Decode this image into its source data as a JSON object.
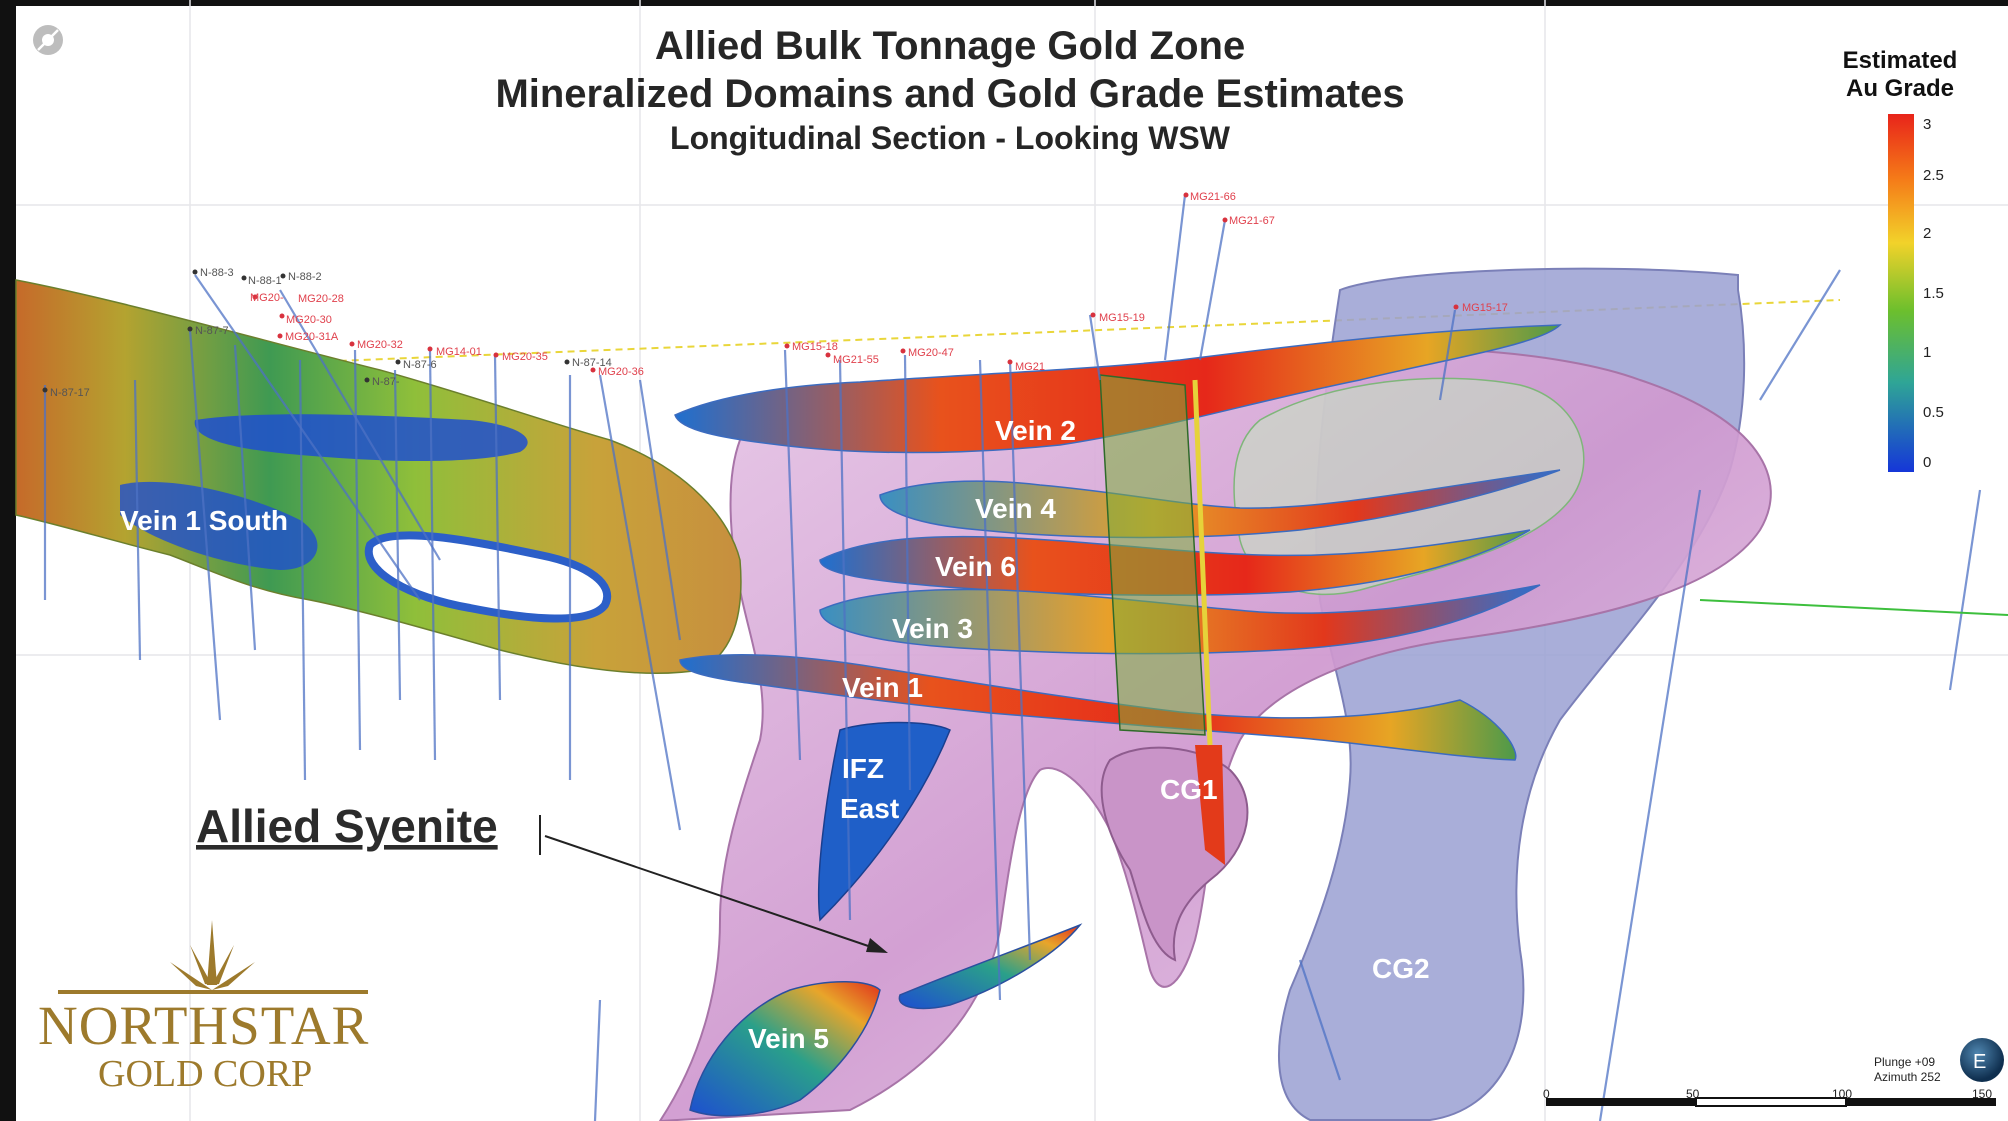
{
  "title": {
    "line1": "Allied Bulk Tonnage Gold Zone",
    "line2": "Mineralized Domains and Gold Grade Estimates",
    "line3": "Longitudinal Section - Looking WSW"
  },
  "legend": {
    "title_line1": "Estimated",
    "title_line2": "Au Grade",
    "ticks": [
      "3",
      "2.5",
      "2",
      "1.5",
      "1",
      "0.5",
      "0"
    ],
    "colors": [
      "#e8241a",
      "#f57a18",
      "#f2d22a",
      "#6cbf2d",
      "#2fa596",
      "#1f7ed8",
      "#1536d8"
    ]
  },
  "domain_labels": {
    "vein1south": "Vein 1 South",
    "vein2": "Vein 2",
    "vein4": "Vein 4",
    "vein6": "Vein 6",
    "vein3": "Vein 3",
    "vein1": "Vein 1",
    "ifz_line1": "IFZ",
    "ifz_line2": "East",
    "cg1": "CG1",
    "cg2": "CG2",
    "vein5": "Vein 5"
  },
  "callout": {
    "allied_syenite": "Allied Syenite"
  },
  "drillholes": {
    "mg21_66": "MG21-66",
    "mg21_67": "MG21-67",
    "mg15_19": "MG15-19",
    "mg15_17": "MG15-17",
    "mg15_18": "MG15-18",
    "mg21_55": "MG21-55",
    "mg20_47": "MG20-47",
    "mg21": "MG21",
    "n88_3": "N-88-3",
    "n88_1": "N-88-1",
    "n88_2": "N-88-2",
    "mg20_a": "MG20-",
    "mg20_28": "MG20-28",
    "mg20_30": "MG20-30",
    "mg20_31a": "MG20-31A",
    "n87_7": "N-87-7",
    "mg20_32": "MG20-32",
    "mg14_01": "MG14-01",
    "mg20_35": "MG20-35",
    "n87_6": "N-87-6",
    "n87_14": "N-87-14",
    "mg20_36": "MG20-36",
    "n87_17": "N-87-17",
    "n87_x": "N-87-"
  },
  "view": {
    "plunge": "Plunge +09",
    "azimuth": "Azimuth 252",
    "compass": "E"
  },
  "scalebar": {
    "ticks": [
      "0",
      "50",
      "100",
      "150"
    ]
  },
  "logo": {
    "line1": "NORTHSTAR",
    "line2": "GOLD CORP"
  },
  "colors": {
    "syenite": "#d6a5d4",
    "cg2": "#9fa3d4",
    "drillhole": "#4d72c4",
    "logo_gold": "#9d7a2c",
    "hole_label": "#e0404c"
  }
}
